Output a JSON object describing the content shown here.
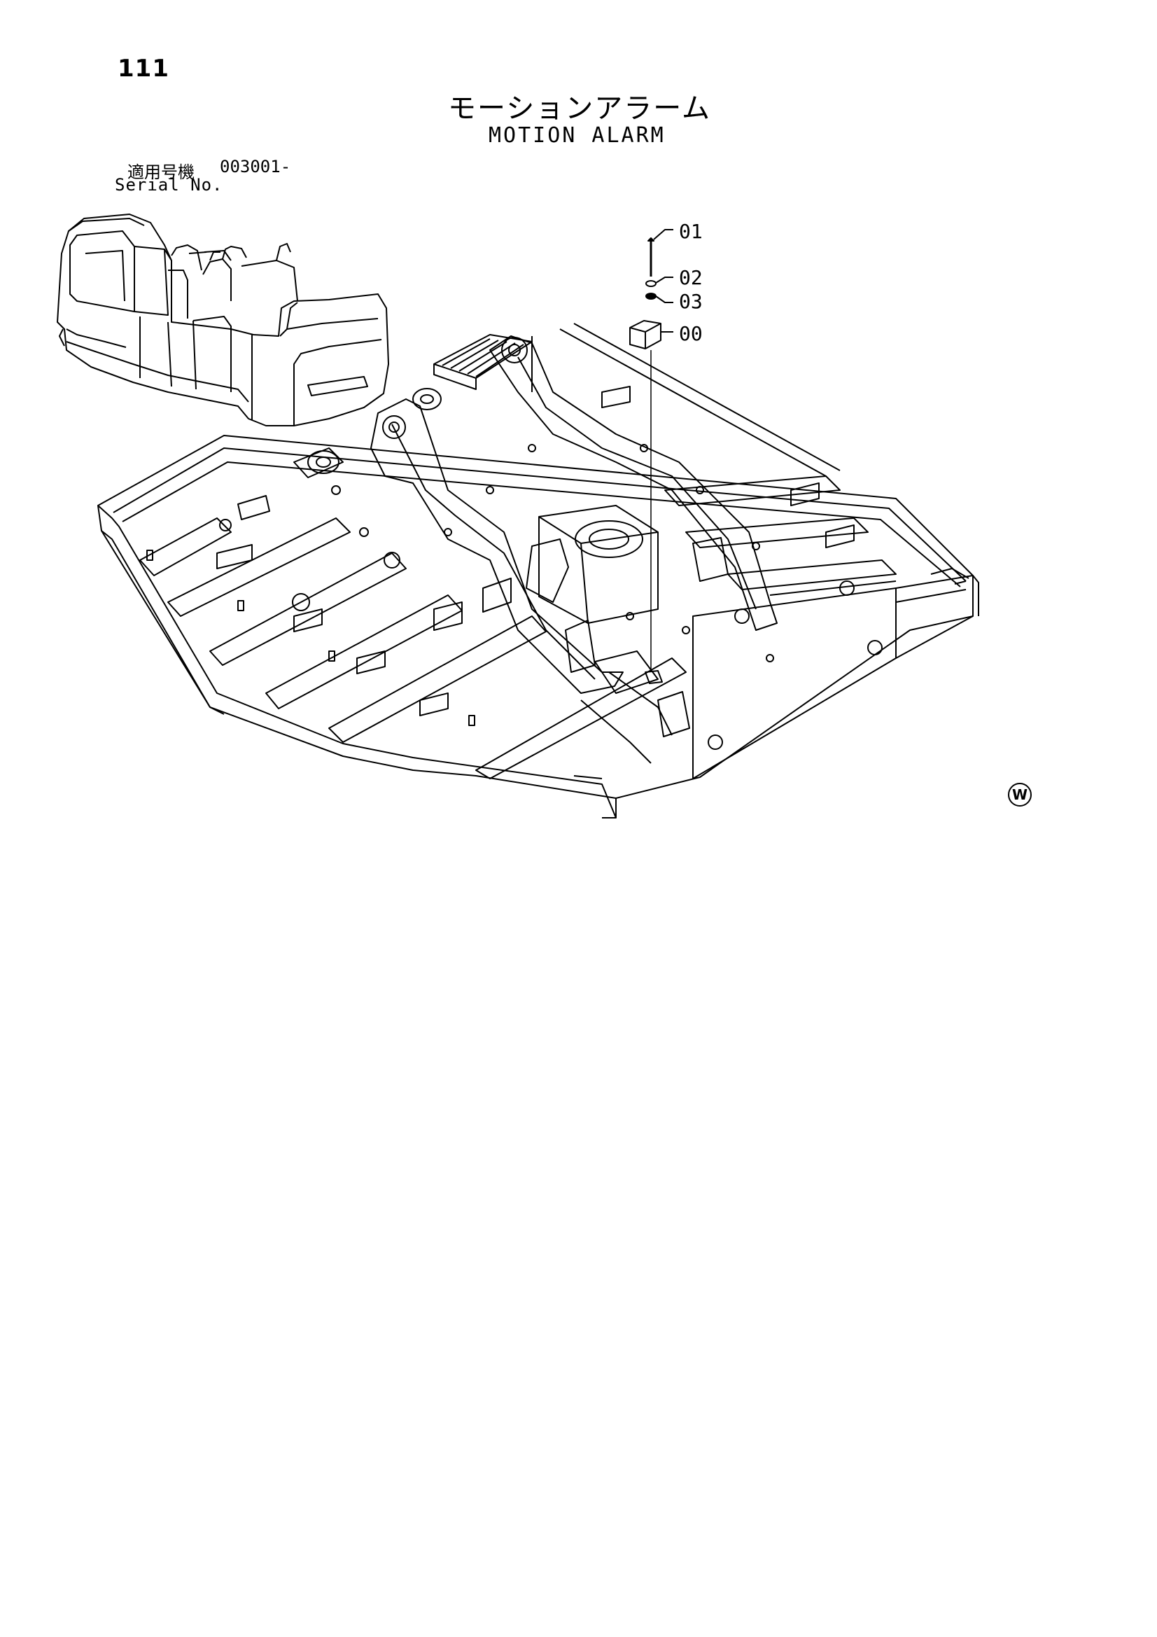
{
  "page": {
    "number": "111"
  },
  "title": {
    "japanese": "モーションアラーム",
    "english": "MOTION ALARM"
  },
  "serial": {
    "label_japanese": "適用号機",
    "value": "003001-",
    "label_english": "Serial No."
  },
  "diagram": {
    "callouts": [
      {
        "id": "01",
        "label": "01"
      },
      {
        "id": "02",
        "label": "02"
      },
      {
        "id": "03",
        "label": "03"
      },
      {
        "id": "00",
        "label": "00"
      }
    ]
  },
  "copyright": {
    "symbol": "W"
  }
}
